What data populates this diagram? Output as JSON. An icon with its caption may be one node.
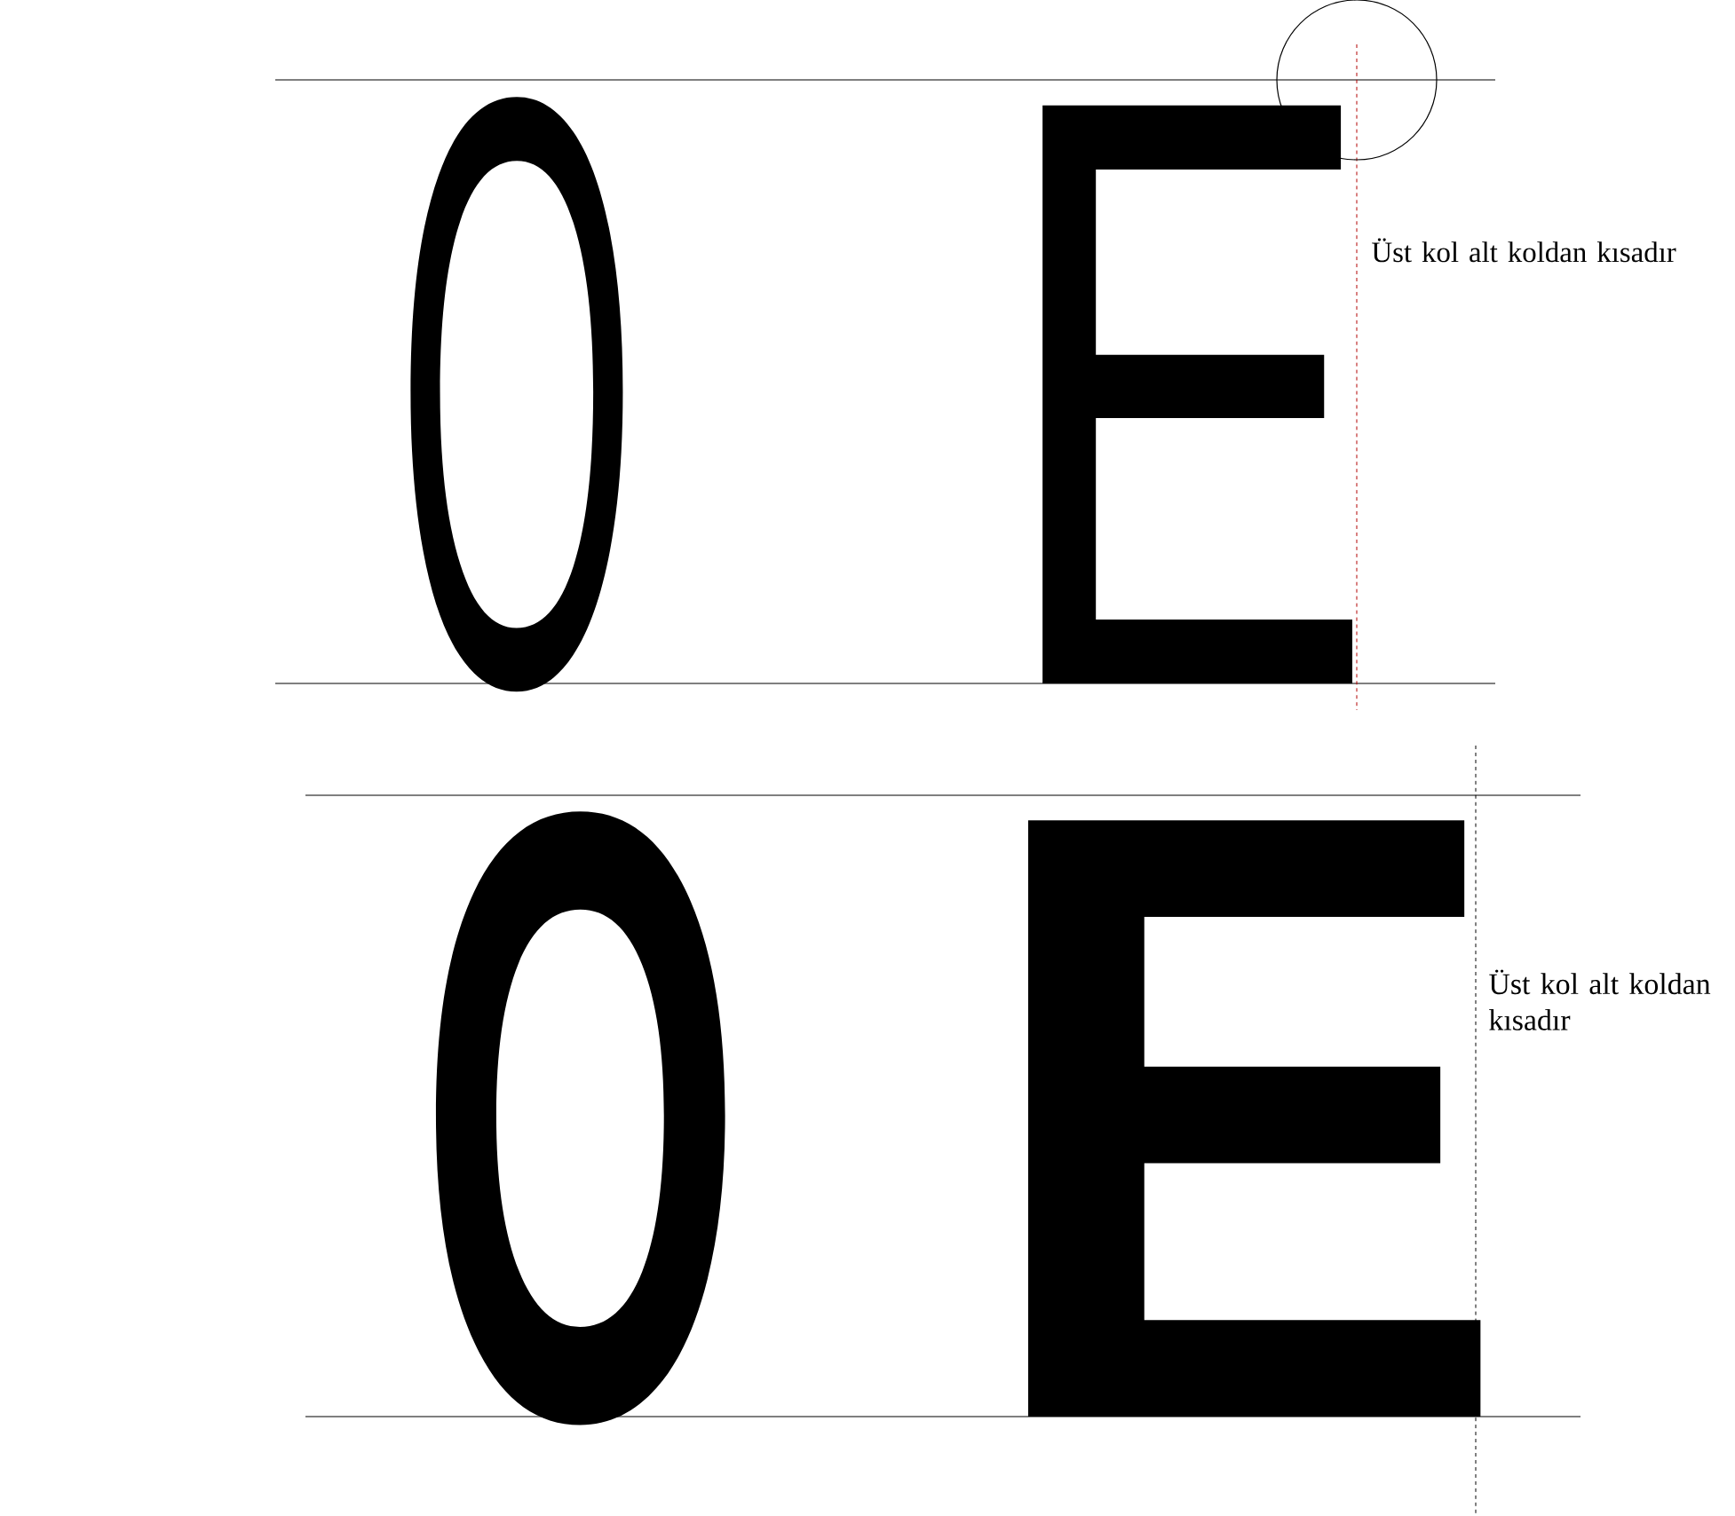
{
  "diagram": {
    "labels": [
      "O",
      "E",
      "Üst kol  alt koldan kısadır",
      "O",
      "E",
      "Üst kol alt koldan kısadır"
    ]
  }
}
